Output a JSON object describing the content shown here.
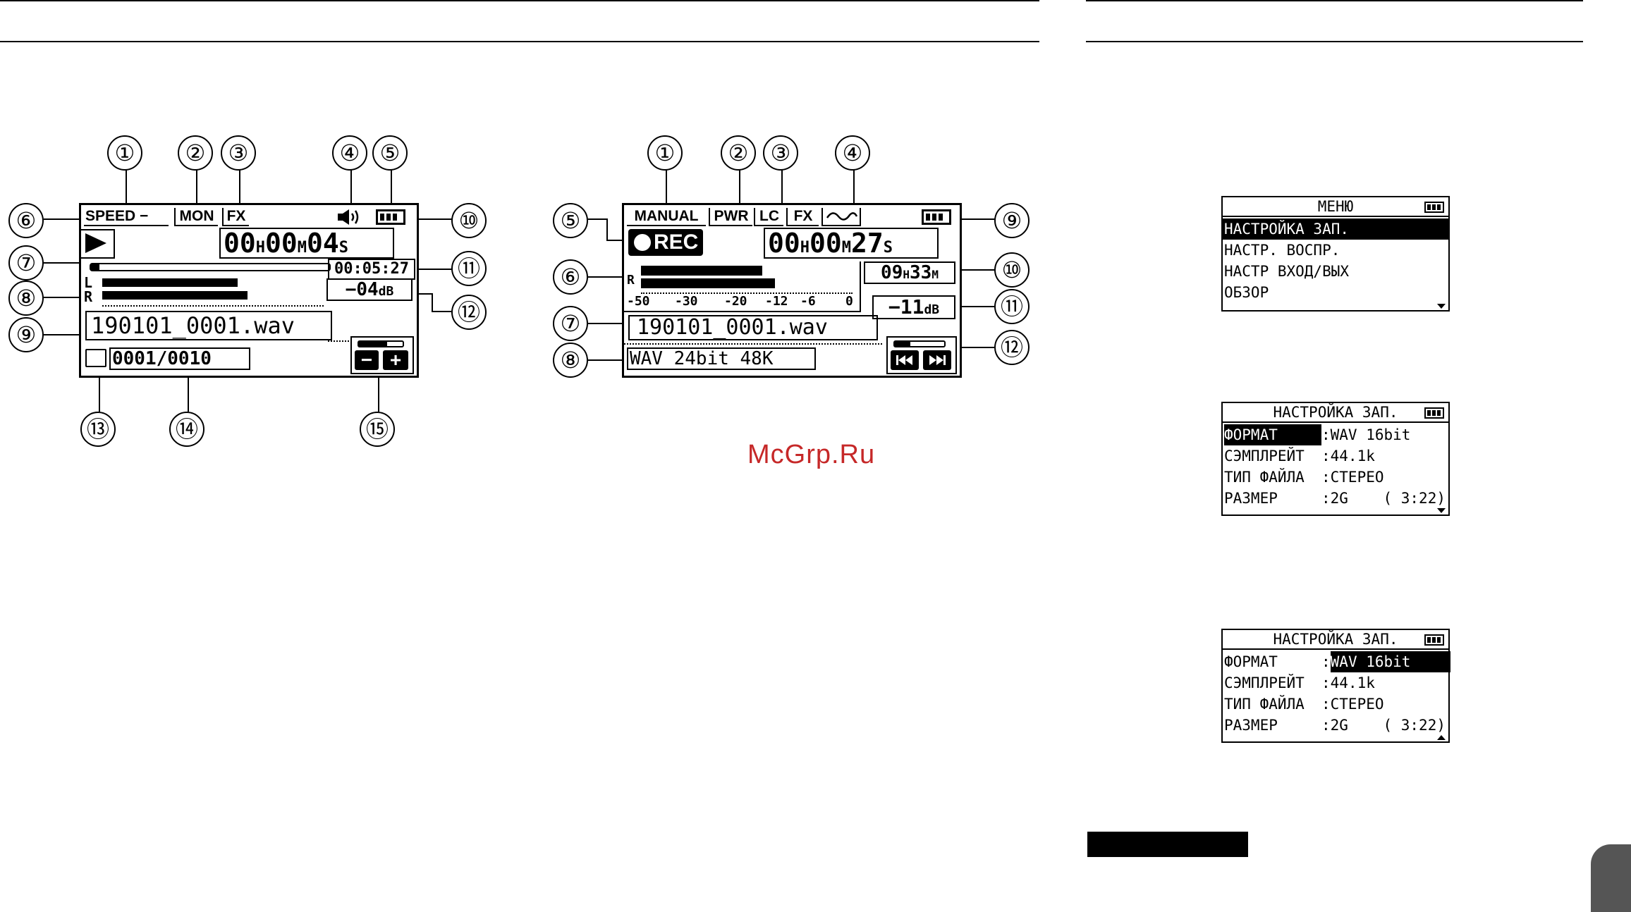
{
  "watermark": "McGrp.Ru",
  "play_screen": {
    "callouts": [
      "①",
      "②",
      "③",
      "④",
      "⑤",
      "⑥",
      "⑦",
      "⑧",
      "⑨",
      "⑩",
      "⑪",
      "⑫",
      "⑬",
      "⑭",
      "⑮"
    ],
    "speed": "SPEED",
    "mon": "MON",
    "fx": "FX",
    "time_h": "00",
    "unit_h": "H",
    "time_m": "00",
    "unit_m": "M",
    "time_s": "04",
    "unit_s": "S",
    "remaining": "00:05:27",
    "level_db": "−04",
    "db_unit": "dB",
    "ch_l": "L",
    "ch_r": "R",
    "filename": "190101_0001.wav",
    "file_counter": "0001/0010",
    "minus": "−",
    "plus": "+"
  },
  "rec_screen": {
    "callouts": [
      "①",
      "②",
      "③",
      "④",
      "⑤",
      "⑥",
      "⑦",
      "⑧",
      "⑨",
      "⑩",
      "⑪",
      "⑫"
    ],
    "manual": "MANUAL",
    "pwr": "PWR",
    "lc": "LC",
    "fx": "FX",
    "rec": "REC",
    "time_h": "00",
    "unit_h": "H",
    "time_m": "00",
    "unit_m": "M",
    "time_s": "27",
    "unit_s": "S",
    "remain_h": "09",
    "remain_unit_h": "H",
    "remain_m": "33",
    "remain_unit_m": "M",
    "scale": [
      "-50",
      "-30",
      "-20",
      "-12",
      "-6",
      "0"
    ],
    "level_db": "−11",
    "db_unit": "dB",
    "filename": "190101_0001.wav",
    "format": "WAV 24bit 48K"
  },
  "menu_screen": {
    "title": "МЕНЮ",
    "items": [
      "НАСТРОЙКА ЗАП.",
      "НАСТР. ВОСПР.",
      "НАСТР ВХОД/ВЫХ",
      "ОБЗОР"
    ]
  },
  "rec_settings_1": {
    "title": "НАСТРОЙКА ЗАП.",
    "rows": [
      {
        "label": "ФОРМАТ",
        "value": ":WAV 16bit"
      },
      {
        "label": "СЭМПЛРЕЙТ",
        "value": ":44.1k"
      },
      {
        "label": "ТИП ФАЙЛА",
        "value": ":СТЕРЕО"
      },
      {
        "label": "РАЗМЕР",
        "value": ":2G"
      }
    ],
    "size_time": "( 3:22)"
  },
  "rec_settings_2": {
    "title": "НАСТРОЙКА ЗАП.",
    "rows": [
      {
        "label": "ФОРМАТ",
        "value": "WAV 16bit"
      },
      {
        "label": "СЭМПЛРЕЙТ",
        "value": ":44.1k"
      },
      {
        "label": "ТИП ФАЙЛА",
        "value": ":СТЕРЕО"
      },
      {
        "label": "РАЗМЕР",
        "value": ":2G"
      }
    ],
    "size_time": "( 3:22)"
  }
}
